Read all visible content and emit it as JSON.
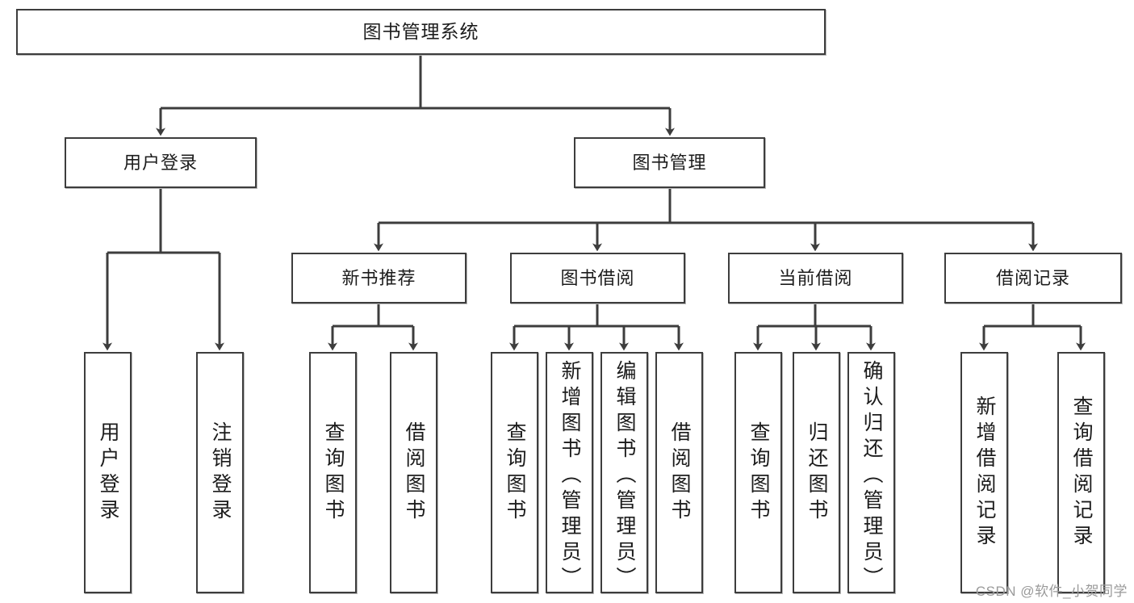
{
  "diagram": {
    "title": "图书管理系统",
    "root": {
      "label": "图书管理系统"
    },
    "level2": [
      {
        "label": "用户登录"
      },
      {
        "label": "图书管理"
      }
    ],
    "level3": [
      {
        "label": "新书推荐"
      },
      {
        "label": "图书借阅"
      },
      {
        "label": "当前借阅"
      },
      {
        "label": "借阅记录"
      }
    ],
    "leaves": [
      {
        "label": "用户登录",
        "parent": "用户登录"
      },
      {
        "label": "注销登录",
        "parent": "用户登录"
      },
      {
        "label": "查询图书",
        "parent": "新书推荐"
      },
      {
        "label": "借阅图书",
        "parent": "新书推荐"
      },
      {
        "label": "查询图书",
        "parent": "图书借阅"
      },
      {
        "label": "新增图书（管理员）",
        "parent": "图书借阅"
      },
      {
        "label": "编辑图书（管理员）",
        "parent": "图书借阅"
      },
      {
        "label": "借阅图书",
        "parent": "图书借阅"
      },
      {
        "label": "查询图书",
        "parent": "当前借阅"
      },
      {
        "label": "归还图书",
        "parent": "当前借阅"
      },
      {
        "label": "确认归还（管理员）",
        "parent": "当前借阅"
      },
      {
        "label": "新增借阅记录",
        "parent": "借阅记录"
      },
      {
        "label": "查询借阅记录",
        "parent": "借阅记录"
      }
    ]
  },
  "watermark": {
    "text": "CSDN @软件_小贺同学"
  },
  "colors": {
    "box_border": "#3d3d3d",
    "box_fill": "#ffffff",
    "text": "#1c1c1c",
    "connector": "#3d3d3d",
    "watermark": "#9a9a9a",
    "background": "#ffffff"
  }
}
